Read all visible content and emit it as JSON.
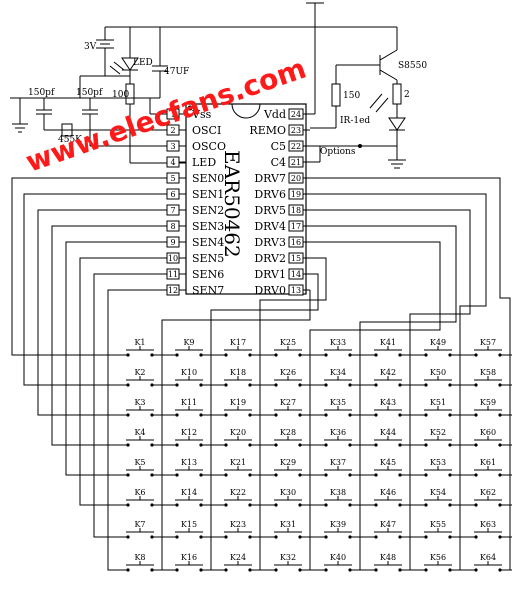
{
  "chip": {
    "name": "EAR50462",
    "left_pins": [
      {
        "num": "1",
        "label": "Vss"
      },
      {
        "num": "2",
        "label": "OSCI"
      },
      {
        "num": "3",
        "label": "OSCO"
      },
      {
        "num": "4",
        "label": "LED"
      },
      {
        "num": "5",
        "label": "SEN0"
      },
      {
        "num": "6",
        "label": "SEN1"
      },
      {
        "num": "7",
        "label": "SEN2"
      },
      {
        "num": "8",
        "label": "SEN3"
      },
      {
        "num": "9",
        "label": "SEN4"
      },
      {
        "num": "10",
        "label": "SEN5"
      },
      {
        "num": "11",
        "label": "SEN6"
      },
      {
        "num": "12",
        "label": "SEN7"
      }
    ],
    "right_pins": [
      {
        "num": "24",
        "label": "Vdd"
      },
      {
        "num": "23",
        "label": "REMO"
      },
      {
        "num": "22",
        "label": "C5"
      },
      {
        "num": "21",
        "label": "C4"
      },
      {
        "num": "20",
        "label": "DRV7"
      },
      {
        "num": "19",
        "label": "DRV6"
      },
      {
        "num": "18",
        "label": "DRV5"
      },
      {
        "num": "17",
        "label": "DRV4"
      },
      {
        "num": "16",
        "label": "DRV3"
      },
      {
        "num": "15",
        "label": "DRV2"
      },
      {
        "num": "14",
        "label": "DRV1"
      },
      {
        "num": "13",
        "label": "DRV0"
      }
    ]
  },
  "components": {
    "battery": "3V",
    "led": "LED",
    "capacitor": "47UF",
    "resistor_led": "100",
    "cap1": "150pf",
    "cap2": "150pf",
    "crystal": "455K",
    "resistor_base": "150",
    "transistor": "S8550",
    "resistor_ir": "2",
    "ir_led": "IR-1ed",
    "options": "Options"
  },
  "keys": [
    "K1",
    "K9",
    "K17",
    "K25",
    "K33",
    "K41",
    "K49",
    "K57",
    "K2",
    "K10",
    "K18",
    "K26",
    "K34",
    "K42",
    "K50",
    "K58",
    "K3",
    "K11",
    "K19",
    "K27",
    "K35",
    "K43",
    "K51",
    "K59",
    "K4",
    "K12",
    "K20",
    "K28",
    "K36",
    "K44",
    "K52",
    "K60",
    "K5",
    "K13",
    "K21",
    "K29",
    "K37",
    "K45",
    "K53",
    "K61",
    "K6",
    "K14",
    "K22",
    "K30",
    "K38",
    "K46",
    "K54",
    "K62",
    "K7",
    "K15",
    "K23",
    "K31",
    "K39",
    "K47",
    "K55",
    "K63",
    "K8",
    "K16",
    "K24",
    "K32",
    "K40",
    "K48",
    "K56",
    "K64"
  ],
  "watermark": "www.elecfans.com",
  "colors": {
    "line": "#000000",
    "watermark": "#ff1a1a"
  }
}
